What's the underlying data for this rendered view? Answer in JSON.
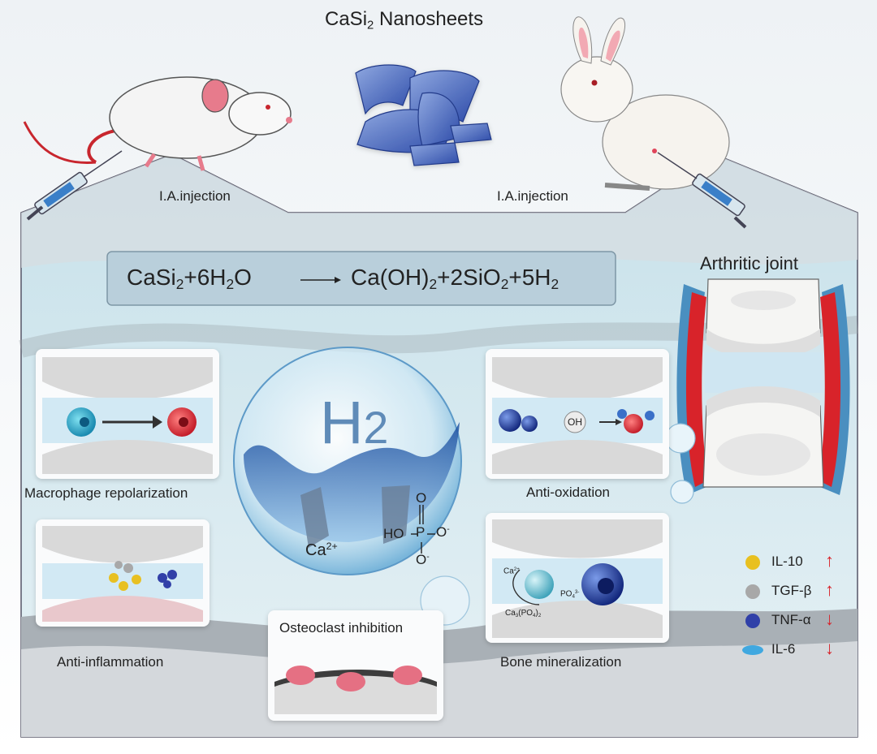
{
  "header": {
    "title_main": "CaSi",
    "title_sub": "2",
    "title_rest": " Nanosheets",
    "injection_left": "I.A.injection",
    "injection_right": "I.A.injection"
  },
  "reaction": {
    "p1": "CaSi",
    "s1": "2",
    "p2": "+6H",
    "s2": "2",
    "p3": "O",
    "p4": "Ca(OH)",
    "s4": "2",
    "p5": "+2SiO",
    "s5": "2",
    "p6": "+5H",
    "s6": "2"
  },
  "joint": {
    "label": "Arthritic joint"
  },
  "bubble": {
    "h": "H",
    "h_sub": "2",
    "ca": "Ca",
    "ca_sup": "2+",
    "ho": "HO",
    "p": "P",
    "o_top": "O",
    "o_right": "O",
    "o_right_sup": "-",
    "o_bottom": "O",
    "o_bottom_sup": "-"
  },
  "panels": {
    "macrophage": "Macrophage repolarization",
    "antioxidation": "Anti-oxidation",
    "oh": "OH",
    "antiinflammation": "Anti-inflammation",
    "osteoclast": "Osteoclast inhibition",
    "bone": "Bone mineralization",
    "bone_ca": "Ca",
    "bone_ca_sup": "2+",
    "bone_po": "PO",
    "bone_po_sub": "4",
    "bone_po_sup": "3-",
    "bone_capo": "Ca",
    "bone_capo_sub1": "3",
    "bone_capo_mid": "(PO",
    "bone_capo_sub2": "4",
    "bone_capo_end": ")",
    "bone_capo_sub3": "2"
  },
  "legend": {
    "items": [
      {
        "label": "IL-10",
        "arrow": "↑",
        "color": "#e8c020"
      },
      {
        "label": "TGF-β",
        "arrow": "↑",
        "color": "#a8a8a8"
      },
      {
        "label": "TNF-α",
        "arrow": "↓",
        "color": "#3040a8"
      },
      {
        "label": "IL-6",
        "arrow": "↓",
        "color": "#40a8e0"
      }
    ]
  },
  "colors": {
    "accent_red": "#d8232a",
    "tissue_blue": "#cfe6ee",
    "cartilage_grey": "#dcdcdc"
  }
}
